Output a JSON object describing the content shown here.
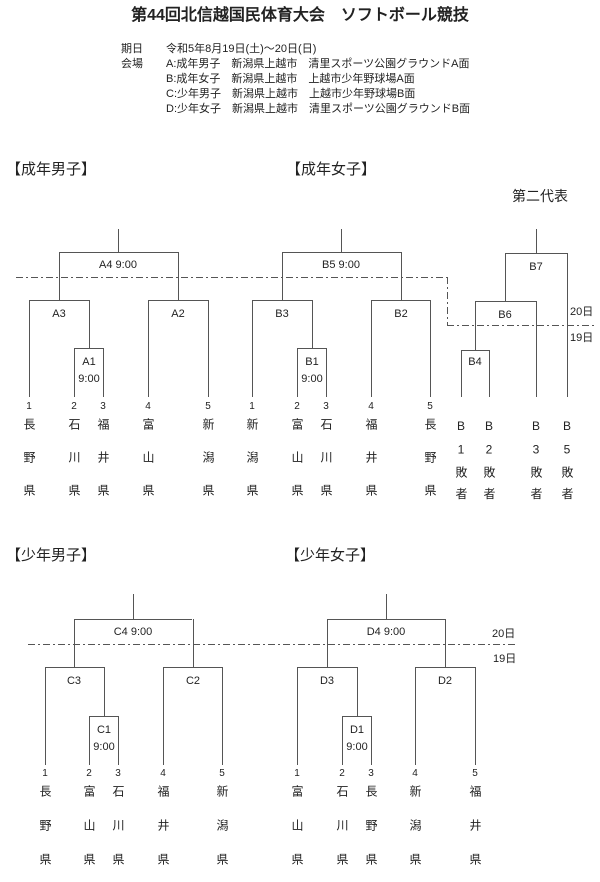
{
  "header": {
    "title": "第44回北信越国民体育大会　ソフトボール競技",
    "date_label": "期日",
    "date_value": "令和5年8月19日(土)～20日(日)",
    "venue_label": "会場",
    "venues": [
      "A:成年男子　新潟県上越市　清里スポーツ公園グラウンドA面",
      "B:成年女子　新潟県上越市　上越市少年野球場A面",
      "C:少年男子　新潟県上越市　上越市少年野球場B面",
      "D:少年女子　新潟県上越市　清里スポーツ公園グラウンドB面"
    ]
  },
  "day_split": {
    "upper": "20日",
    "lower": "19日"
  },
  "brackets": {
    "adult_men": {
      "title": "【成年男子】",
      "final_label": "A4 9:00",
      "semi_left": "A3",
      "semi_right": "A2",
      "first_round": "A1",
      "first_round_time": "9:00",
      "teams": [
        {
          "seed": "1",
          "name": "長野県"
        },
        {
          "seed": "2",
          "name": "石川県"
        },
        {
          "seed": "3",
          "name": "福井県"
        },
        {
          "seed": "4",
          "name": "富山県"
        },
        {
          "seed": "5",
          "name": "新潟県"
        }
      ]
    },
    "adult_women": {
      "title": "【成年女子】",
      "final_label": "B5 9:00",
      "semi_left": "B3",
      "semi_right": "B2",
      "first_round": "B1",
      "first_round_time": "9:00",
      "teams": [
        {
          "seed": "1",
          "name": "新潟県"
        },
        {
          "seed": "2",
          "name": "富山県"
        },
        {
          "seed": "3",
          "name": "石川県"
        },
        {
          "seed": "4",
          "name": "福井県"
        },
        {
          "seed": "5",
          "name": "長野県"
        }
      ]
    },
    "junior_men": {
      "title": "【少年男子】",
      "final_label": "C4 9:00",
      "semi_left": "C3",
      "semi_right": "C2",
      "first_round": "C1",
      "first_round_time": "9:00",
      "teams": [
        {
          "seed": "1",
          "name": "長野県"
        },
        {
          "seed": "2",
          "name": "富山県"
        },
        {
          "seed": "3",
          "name": "石川県"
        },
        {
          "seed": "4",
          "name": "福井県"
        },
        {
          "seed": "5",
          "name": "新潟県"
        }
      ]
    },
    "junior_women": {
      "title": "【少年女子】",
      "final_label": "D4 9:00",
      "semi_left": "D3",
      "semi_right": "D2",
      "first_round": "D1",
      "first_round_time": "9:00",
      "teams": [
        {
          "seed": "1",
          "name": "富山県"
        },
        {
          "seed": "2",
          "name": "石川県"
        },
        {
          "seed": "3",
          "name": "長野県"
        },
        {
          "seed": "4",
          "name": "新潟県"
        },
        {
          "seed": "5",
          "name": "福井県"
        }
      ]
    }
  },
  "repechage": {
    "title": "第二代表",
    "final": "B7",
    "semi": "B6",
    "first": "B4",
    "entrants": [
      "B1敗者",
      "B2敗者",
      "B3敗者",
      "B5敗者"
    ]
  }
}
